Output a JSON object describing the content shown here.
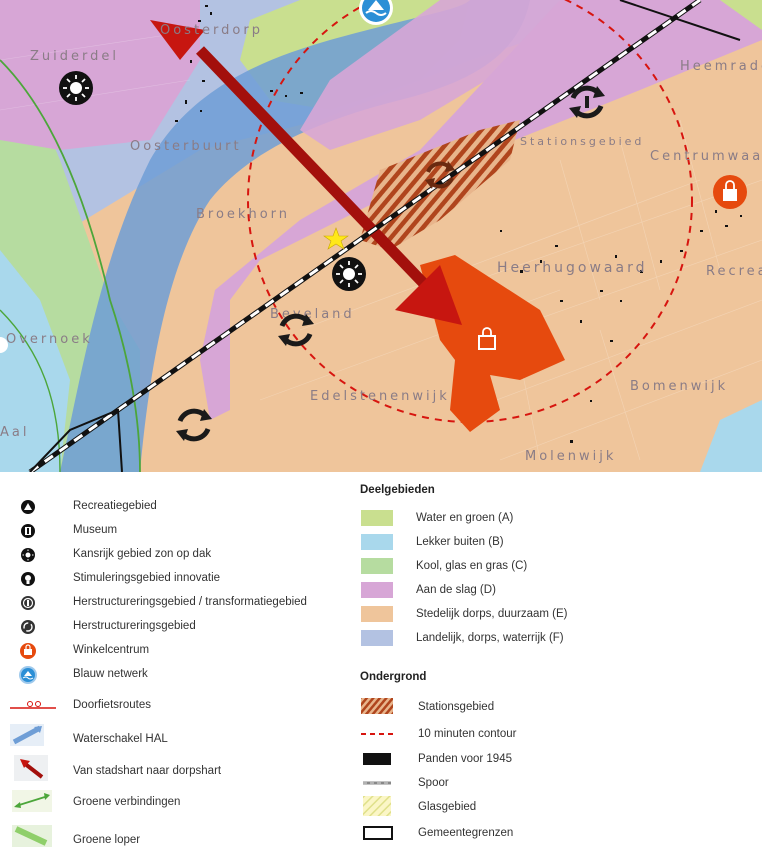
{
  "map": {
    "place_labels": [
      "Zuiderdel",
      "Oosterdorp",
      "Oosterbuurt",
      "Broekhorn",
      "Beveland",
      "Heerhugowaard",
      "Centrumwaard",
      "Heemraden",
      "Recreatie",
      "Bomenwijk",
      "Edelstenenwijk",
      "Molenwijk",
      "Stationsgebied",
      "Overnoek",
      "Aal"
    ],
    "colors": {
      "water_groen": "#c9df8f",
      "lekker_buiten": "#a9d8ec",
      "kool_glas_gras": "#b6dca0",
      "aan_de_slag": "#d7a6d6",
      "stedelijk": "#efc59b",
      "landelijk": "#b3c2e2",
      "accent_red": "#d7150f",
      "arrow_dark_red": "#a3100c",
      "shopping_orange": "#e64a0e"
    }
  },
  "legend": {
    "left": [
      {
        "icon": "recreation-icon",
        "label": "Recreatiegebied"
      },
      {
        "icon": "museum-icon",
        "label": "Museum"
      },
      {
        "icon": "sun-icon",
        "label": "Kansrijk gebied zon op dak"
      },
      {
        "icon": "lightbulb-icon",
        "label": "Stimuleringsgebied innovatie"
      },
      {
        "icon": "transform-icon",
        "label": "Herstructureringsgebied / transformatiegebied"
      },
      {
        "icon": "restructure-icon",
        "label": "Herstructureringsgebied"
      },
      {
        "icon": "shopping-icon",
        "label": "Winkelcentrum"
      },
      {
        "icon": "water-network-icon",
        "label": "Blauw netwerk"
      },
      {
        "icon": "bike-route-icon",
        "label": "Doorfietsroutes"
      },
      {
        "icon": "water-link-icon",
        "label": "Waterschakel HAL"
      },
      {
        "icon": "city-village-arrow-icon",
        "label": "Van stadshart naar dorpshart"
      },
      {
        "icon": "green-connection-icon",
        "label": "Groene verbindingen"
      },
      {
        "icon": "green-carpet-icon",
        "label": "Groene loper"
      }
    ],
    "deelgebieden_title": "Deelgebieden",
    "deelgebieden": [
      {
        "color": "#c9df8f",
        "label": "Water en groen (A)"
      },
      {
        "color": "#a9d8ec",
        "label": "Lekker buiten (B)"
      },
      {
        "color": "#b6dca0",
        "label": "Kool, glas en gras (C)"
      },
      {
        "color": "#d7a6d6",
        "label": "Aan de slag (D)"
      },
      {
        "color": "#efc59b",
        "label": "Stedelijk dorps, duurzaam (E)"
      },
      {
        "color": "#b3c2e2",
        "label": "Landelijk, dorps, waterrijk (F)"
      }
    ],
    "ondergrond_title": "Ondergrond",
    "ondergrond": [
      {
        "icon": "hatch-icon",
        "label": "Stationsgebied"
      },
      {
        "icon": "dashed-red-icon",
        "label": "10 minuten contour"
      },
      {
        "icon": "black-block-icon",
        "label": "Panden voor 1945"
      },
      {
        "icon": "rail-icon",
        "label": "Spoor"
      },
      {
        "icon": "glass-icon",
        "label": "Glasgebied"
      },
      {
        "icon": "boundary-icon",
        "label": "Gemeentegrenzen"
      }
    ]
  }
}
